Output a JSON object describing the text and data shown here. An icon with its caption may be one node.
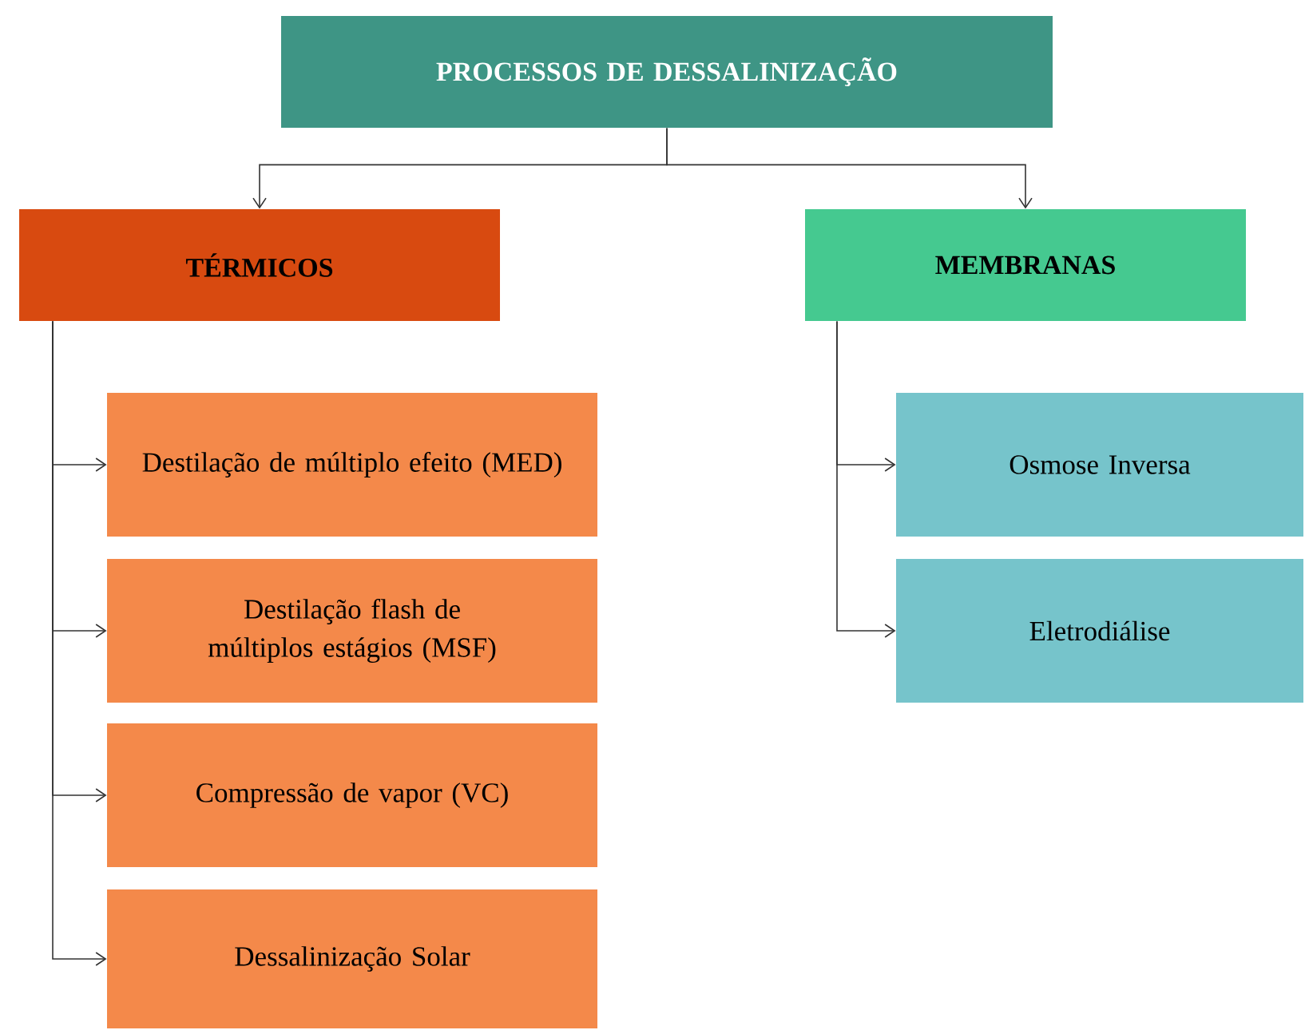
{
  "diagram": {
    "nodes": [
      {
        "text": [
          "PROCESSOS DE DESSALINIZAÇÃO"
        ]
      },
      {
        "text": [
          "TÉRMICOS"
        ]
      },
      {
        "text": [
          "MEMBRANAS"
        ]
      },
      {
        "text": [
          "Destilação de múltiplo efeito (MED)"
        ]
      },
      {
        "text": [
          "Destilação flash de múltiplos estágios (MSF)"
        ]
      },
      {
        "text": [
          "Compressão de vapor (VC)"
        ]
      },
      {
        "text": [
          "Dessalinização Solar"
        ]
      },
      {
        "text": [
          "Osmose Inversa"
        ]
      },
      {
        "text": [
          "Eletrodiálise"
        ]
      }
    ],
    "edges": [
      {
        "from": 0,
        "to": 1,
        "arrow": "to"
      },
      {
        "from": 0,
        "to": 2,
        "arrow": "to"
      },
      {
        "from": 1,
        "to": 3,
        "arrow": "to"
      },
      {
        "from": 1,
        "to": 4,
        "arrow": "to"
      },
      {
        "from": 1,
        "to": 5,
        "arrow": "to"
      },
      {
        "from": 1,
        "to": 6,
        "arrow": "to"
      },
      {
        "from": 2,
        "to": 7,
        "arrow": "to"
      },
      {
        "from": 2,
        "to": 8,
        "arrow": "to"
      }
    ]
  }
}
